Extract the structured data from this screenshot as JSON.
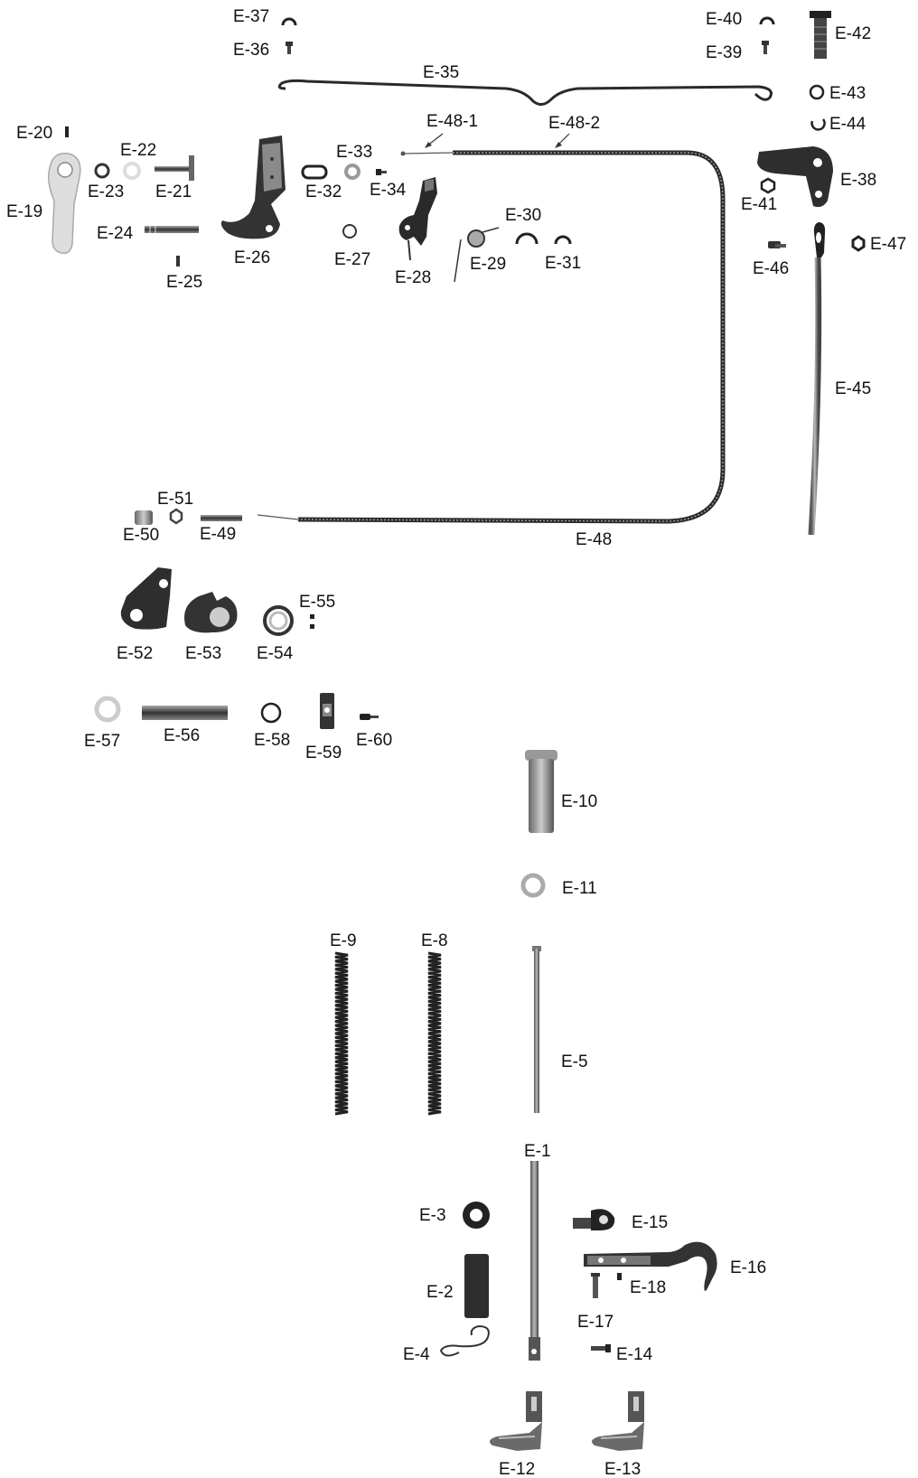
{
  "colors": {
    "ink": "#2a2a2a",
    "dark": "#333333",
    "mid": "#777777",
    "light": "#c9c9c9",
    "paper": "#ffffff"
  },
  "labels": {
    "e1": "E-1",
    "e2": "E-2",
    "e3": "E-3",
    "e4": "E-4",
    "e5": "E-5",
    "e8": "E-8",
    "e9": "E-9",
    "e10": "E-10",
    "e11": "E-11",
    "e12": "E-12",
    "e13": "E-13",
    "e14": "E-14",
    "e15": "E-15",
    "e16": "E-16",
    "e17": "E-17",
    "e18": "E-18",
    "e19": "E-19",
    "e20": "E-20",
    "e21": "E-21",
    "e22": "E-22",
    "e23": "E-23",
    "e24": "E-24",
    "e25": "E-25",
    "e26": "E-26",
    "e27": "E-27",
    "e28": "E-28",
    "e29": "E-29",
    "e30": "E-30",
    "e31": "E-31",
    "e32": "E-32",
    "e33": "E-33",
    "e34": "E-34",
    "e35": "E-35",
    "e36": "E-36",
    "e37": "E-37",
    "e38": "E-38",
    "e39": "E-39",
    "e40": "E-40",
    "e41": "E-41",
    "e42": "E-42",
    "e43": "E-43",
    "e44": "E-44",
    "e45": "E-45",
    "e46": "E-46",
    "e47": "E-47",
    "e48": "E-48",
    "e48_1": "E-48-1",
    "e48_2": "E-48-2",
    "e49": "E-49",
    "e50": "E-50",
    "e51": "E-51",
    "e52": "E-52",
    "e53": "E-53",
    "e54": "E-54",
    "e55": "E-55",
    "e56": "E-56",
    "e57": "E-57",
    "e58": "E-58",
    "e59": "E-59",
    "e60": "E-60"
  }
}
